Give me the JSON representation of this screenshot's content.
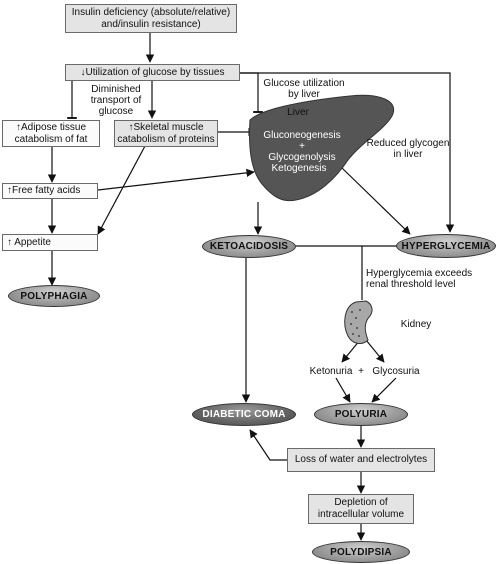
{
  "nodes": {
    "insulin_deficiency": [
      "Insulin deficiency (absolute/relative)",
      "and/insulin resistance)"
    ],
    "utilization": "↓Utilization of glucose by tissues",
    "adipose": [
      "↑Adipose tissue",
      "catabolism of fat"
    ],
    "muscle": [
      "↑Skeletal muscle",
      "catabolism of proteins"
    ],
    "free_fatty_acids": "↑Free fatty acids",
    "appetite": "↑ Appetite",
    "polyphagia": "POLYPHAGIA",
    "ketoacidosis": "KETOACIDOSIS",
    "hyperglycemia": "HYPERGLYCEMIA",
    "diabetic_coma": "DIABETIC COMA",
    "polyuria": "POLYURIA",
    "loss_water": "Loss of water and electrolytes",
    "depletion": [
      "Depletion of",
      "intracellular volume"
    ],
    "polydipsia": "POLYDIPSIA"
  },
  "liver": {
    "label": "Liver",
    "processes": [
      "Gluconeogenesis",
      "+",
      "Glycogenolysis",
      "Ketogenesis"
    ]
  },
  "labels": {
    "diminished": [
      "Diminished",
      "transport of",
      "glucose"
    ],
    "glucose_util_liver": [
      "Glucose utilization",
      "by liver"
    ],
    "reduced_glycogen": [
      "Reduced glycogen",
      "in liver"
    ],
    "renal_threshold": [
      "Hyperglycemia exceeds",
      "renal threshold level"
    ],
    "kidney": "Kidney",
    "ketonuria": "Ketonuria",
    "plus": "+",
    "glycosuria": "Glycosuria"
  },
  "colors": {
    "box_fill": "#e4e4e4",
    "liver_fill": "#555555",
    "kidney_fill": "#a8a8a8",
    "ellipse_dark": "#666666",
    "ellipse_light": "#9c9c9c"
  }
}
